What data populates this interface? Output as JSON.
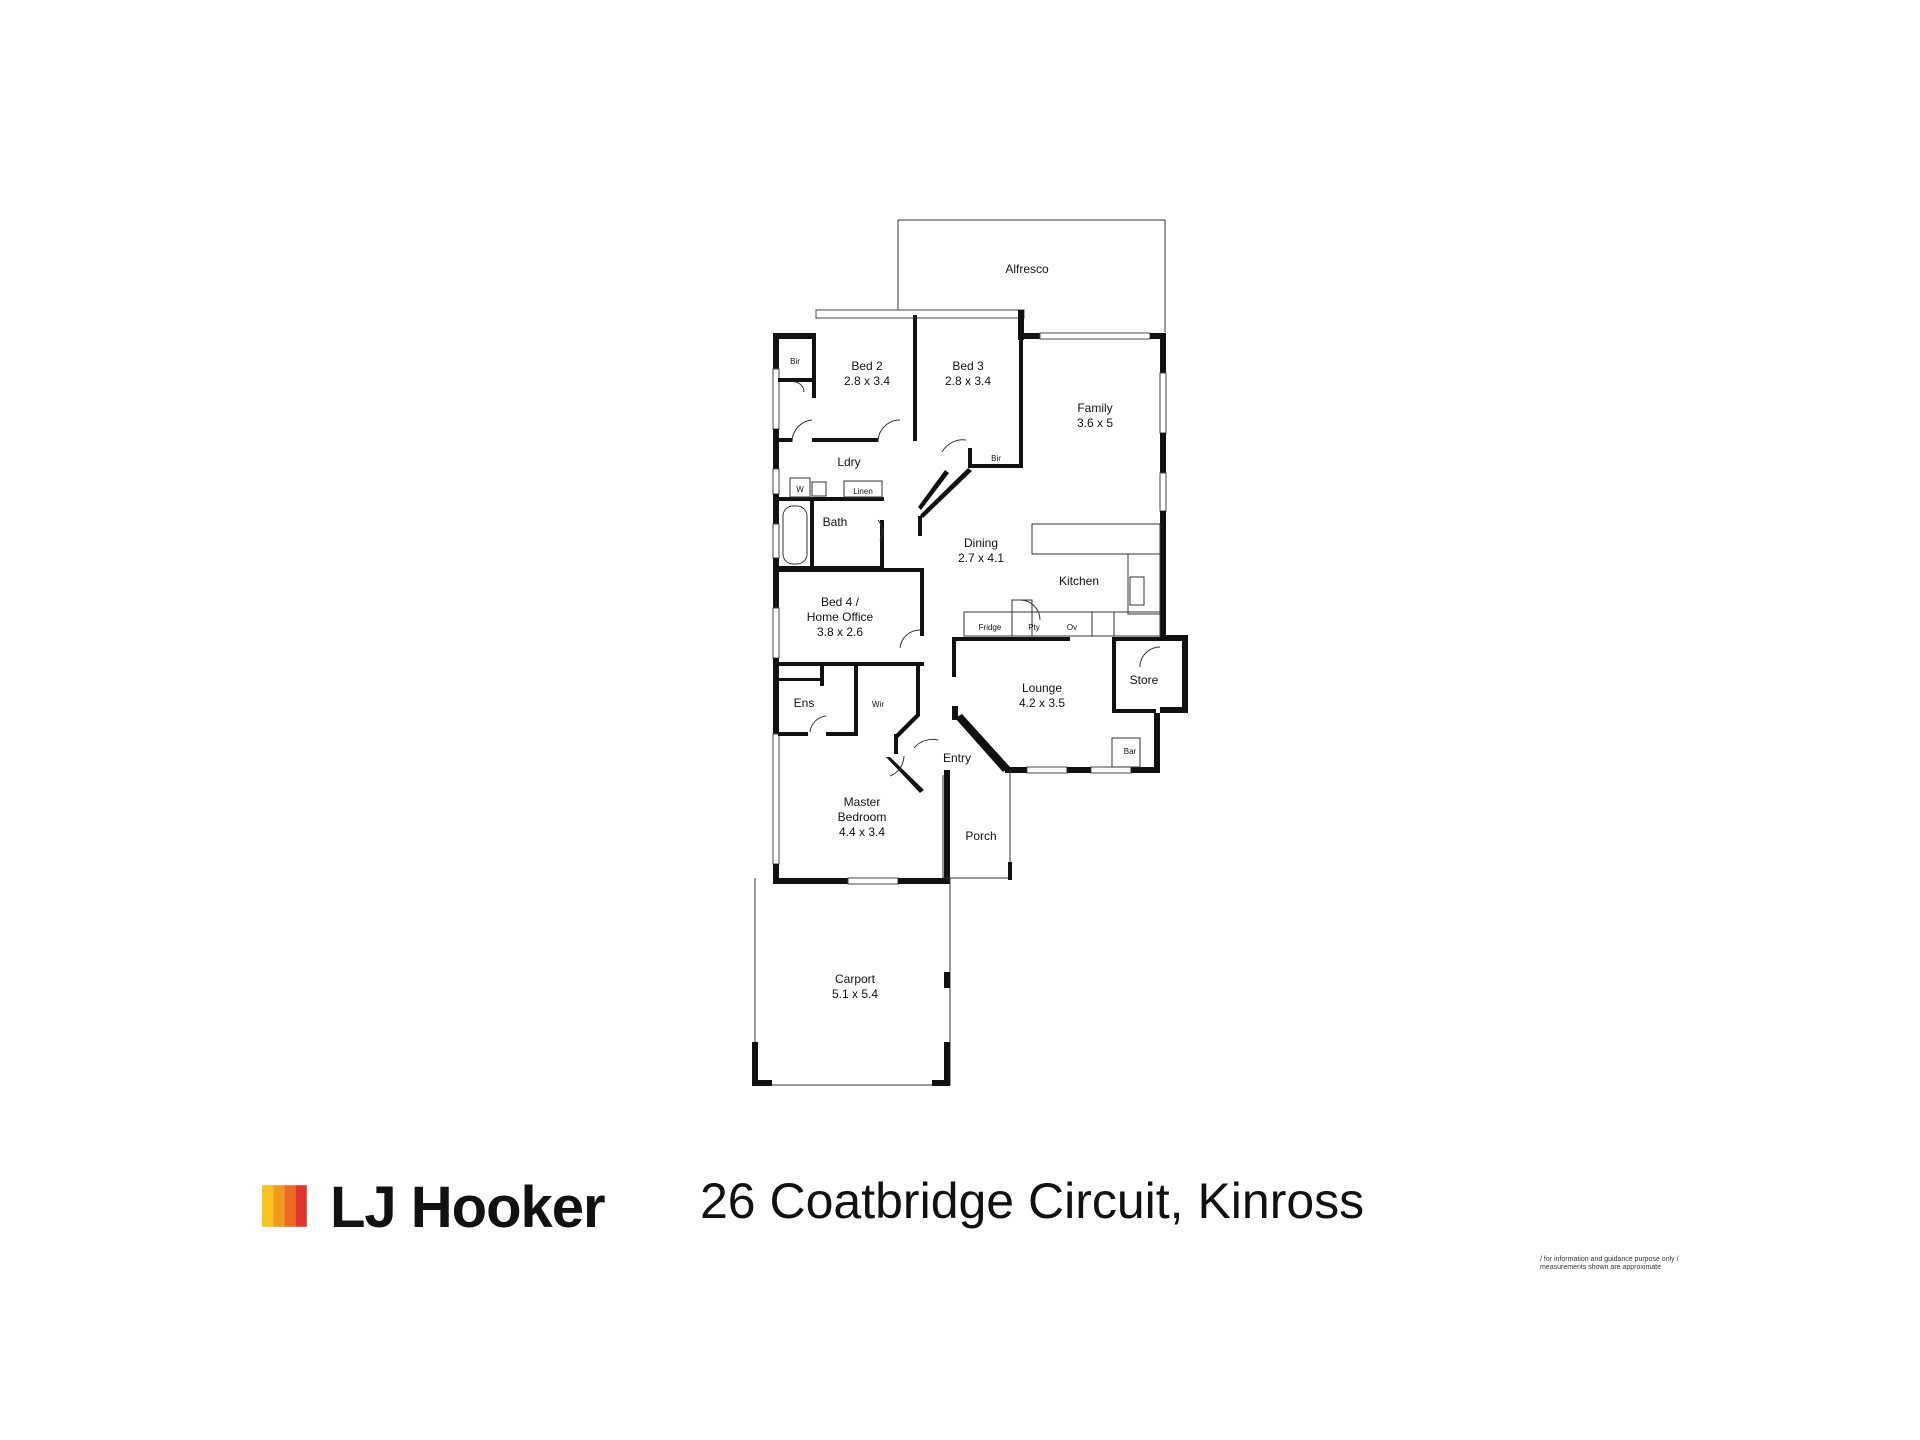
{
  "plan": {
    "rooms": {
      "alfresco": "Alfresco",
      "bed2": {
        "name": "Bed 2",
        "size": "2.8 x 3.4"
      },
      "bed3": {
        "name": "Bed 3",
        "size": "2.8 x 3.4"
      },
      "family": {
        "name": "Family",
        "size": "3.6 x 5"
      },
      "ldry": "Ldry",
      "bath": "Bath",
      "dining": {
        "name": "Dining",
        "size": "2.7 x 4.1"
      },
      "kitchen": "Kitchen",
      "bed4": {
        "name1": "Bed 4 /",
        "name2": "Home Office",
        "size": "3.8 x 2.6"
      },
      "lounge": {
        "name": "Lounge",
        "size": "4.2 x 3.5"
      },
      "store": "Store",
      "ens": "Ens",
      "wir": "Wir",
      "entry": "Entry",
      "master": {
        "name1": "Master",
        "name2": "Bedroom",
        "size": "4.4 x 3.4"
      },
      "porch": "Porch",
      "carport": {
        "name": "Carport",
        "size": "5.1 x 5.4"
      }
    },
    "fixtures": {
      "bir_top": "Bir",
      "bir_bed3": "Bir",
      "w": "W",
      "linen": "Linen",
      "fridge": "Fridge",
      "pty": "Pty",
      "ov": "Ov",
      "bar": "Bar"
    }
  },
  "footer": {
    "brand": "LJ Hooker",
    "address": "26 Coatbridge Circuit, Kinross",
    "disclaimer_line1": "/ for information and guidance purpose only /",
    "disclaimer_line2": "measurements shown are approximate",
    "logo_colors": [
      "#F7C21B",
      "#F39A1E",
      "#EE6A22",
      "#E2362B"
    ]
  }
}
